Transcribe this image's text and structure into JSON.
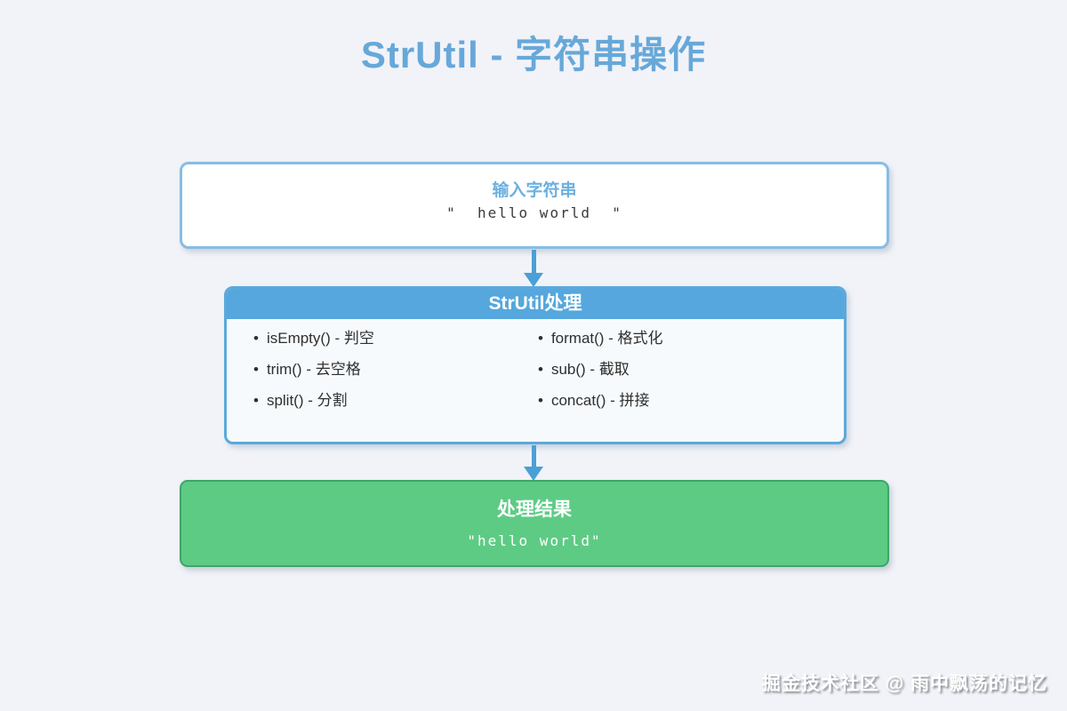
{
  "title": "StrUtil - 字符串操作",
  "input_box": {
    "title": "输入字符串",
    "value": "\"  hello world  \""
  },
  "process_box": {
    "title": "StrUtil处理",
    "methods_left": [
      "isEmpty() - 判空",
      "trim() - 去空格",
      "split() - 分割"
    ],
    "methods_right": [
      "format() - 格式化",
      "sub() - 截取",
      "concat() - 拼接"
    ]
  },
  "result_box": {
    "title": "处理结果",
    "value": "\"hello world\""
  },
  "watermark": "掘金技术社区 @ 雨中飘荡的记忆",
  "colors": {
    "page_background": "#f1f3f8",
    "title_blue": "#67a8d9",
    "box_border_blue": "#87bce4",
    "header_blue": "#55a7dd",
    "arrow_blue": "#4aa0d6",
    "result_green": "#5ecb85",
    "result_border_green": "#3da668"
  }
}
